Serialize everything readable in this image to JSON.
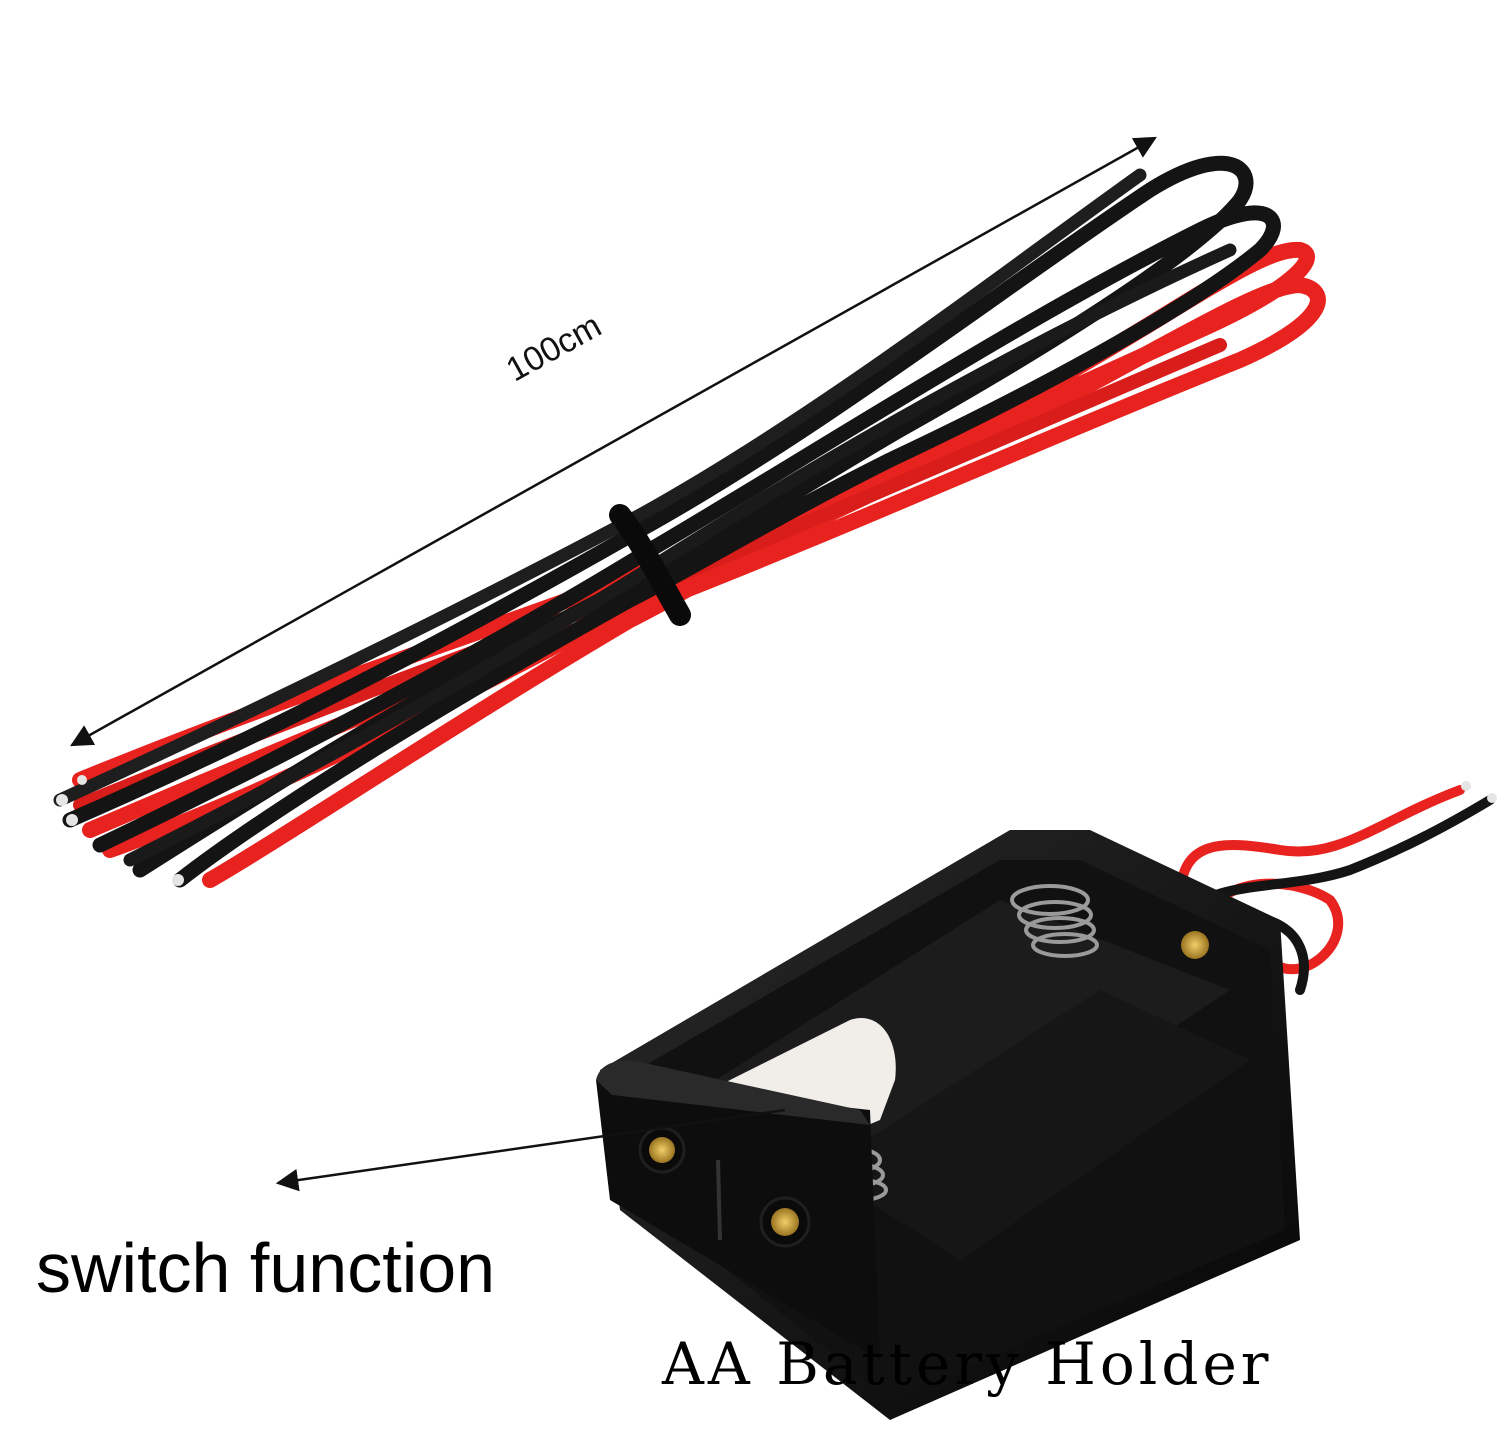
{
  "labels": {
    "length": "100cm",
    "switch": "switch function",
    "holder": "AA Battery Holder"
  },
  "colors": {
    "background": "#ffffff",
    "wire_red": "#e8231f",
    "wire_black": "#141414",
    "holder_body": "#0b0b0b",
    "brass": "#c9a038",
    "switch_slider": "#f1eeea",
    "annotation": "#111111"
  }
}
